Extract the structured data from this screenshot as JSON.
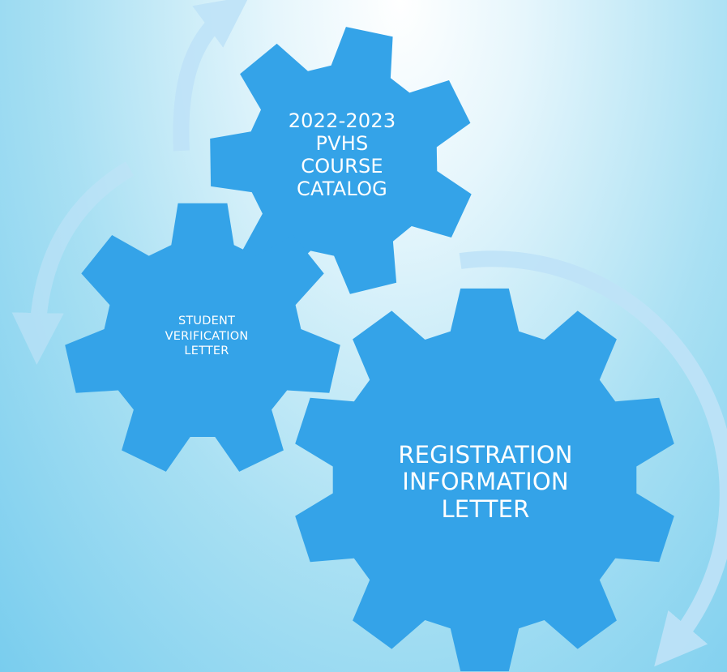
{
  "diagram": {
    "type": "gear-cycle",
    "colors": {
      "gear": "#34a3e8",
      "arrow": "#bfe3f8",
      "label": "#ffffff"
    },
    "gears": [
      {
        "id": "catalog",
        "lines": [
          "2022-2023",
          "PVHS",
          "COURSE",
          "CATALOG"
        ]
      },
      {
        "id": "student",
        "lines": [
          "STUDENT",
          "VERIFICATION",
          "LETTER"
        ]
      },
      {
        "id": "registration",
        "lines": [
          "REGISTRATION",
          "INFORMATION",
          "LETTER"
        ]
      }
    ]
  }
}
